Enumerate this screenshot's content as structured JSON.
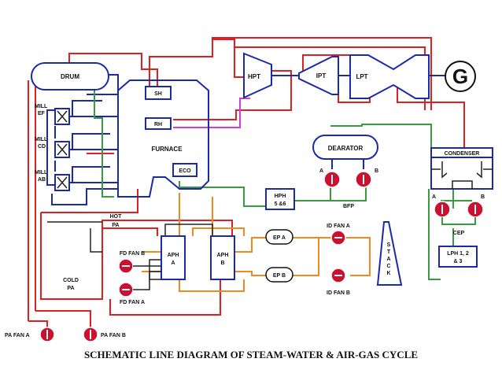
{
  "diagram": {
    "caption": "SCHEMATIC LINE DIAGRAM OF STEAM-WATER & AIR-GAS CYCLE",
    "drum": "DRUM",
    "furnace": "FURNACE",
    "sh": "SH",
    "rh": "RH",
    "eco": "ECO",
    "hpt": "HPT",
    "ipt": "IPT",
    "lpt": "LPT",
    "generator": "G",
    "dearator": "DEARATOR",
    "condenser": "CONDENSER",
    "hph_line1": "HPH",
    "hph_line2": "5 &6",
    "bfp": "BFP",
    "bfp_a": "A",
    "bfp_b": "B",
    "cep": "CEP",
    "cep_a": "A",
    "cep_b": "B",
    "lph_line1": "LPH 1, 2",
    "lph_line2": "& 3",
    "mill_ef_1": "MILL",
    "mill_ef_2": "EF",
    "mill_cd_1": "MILL",
    "mill_cd_2": "CD",
    "mill_ab_1": "MILL",
    "mill_ab_2": "AB",
    "hot_pa_1": "HOT",
    "hot_pa_2": "PA",
    "cold_pa_1": "COLD",
    "cold_pa_2": "PA",
    "aph_a_1": "APH",
    "aph_a_2": "A",
    "aph_b_1": "APH",
    "aph_b_2": "B",
    "ep_a": "EP A",
    "ep_b": "EP B",
    "id_fan_a": "ID FAN A",
    "id_fan_b": "ID FAN B",
    "fd_fan_a": "FD FAN A",
    "fd_fan_b": "FD FAN B",
    "pa_fan_a": "PA FAN A",
    "pa_fan_b": "PA FAN B",
    "stack_letters": [
      "S",
      "T",
      "A",
      "C",
      "K"
    ]
  }
}
